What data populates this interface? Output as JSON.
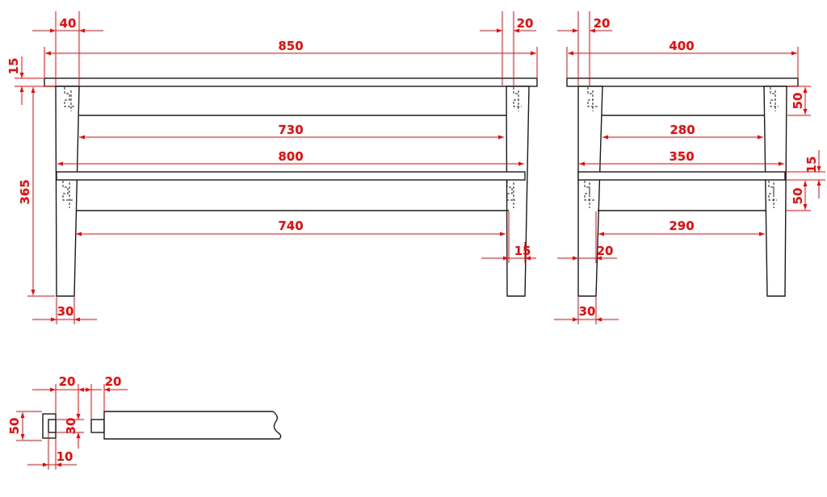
{
  "colors": {
    "dimension": "#ff0000",
    "outline": "#1a1a1a",
    "background": "#ffffff"
  },
  "front_view": {
    "dims": {
      "top_width": "850",
      "leg_offset": "40",
      "right_offset": "20",
      "top_thickness": "15",
      "upper_rail": "730",
      "shelf_width": "800",
      "lower_rail": "740",
      "height": "365",
      "leg_bottom": "30",
      "leg_inset": "15"
    }
  },
  "side_view": {
    "dims": {
      "top_depth": "400",
      "leg_offset": "20",
      "upper_rail": "280",
      "rail_height": "50",
      "shelf_depth": "350",
      "shelf_thickness": "15",
      "lower_rail_height": "50",
      "lower_rail": "290",
      "leg_inset": "20",
      "leg_bottom": "30"
    }
  },
  "joint_detail": {
    "dims": {
      "mortise_depth": "20",
      "tenon_length": "20",
      "rail_height": "50",
      "tenon_height": "30",
      "tenon_thickness": "10"
    }
  }
}
